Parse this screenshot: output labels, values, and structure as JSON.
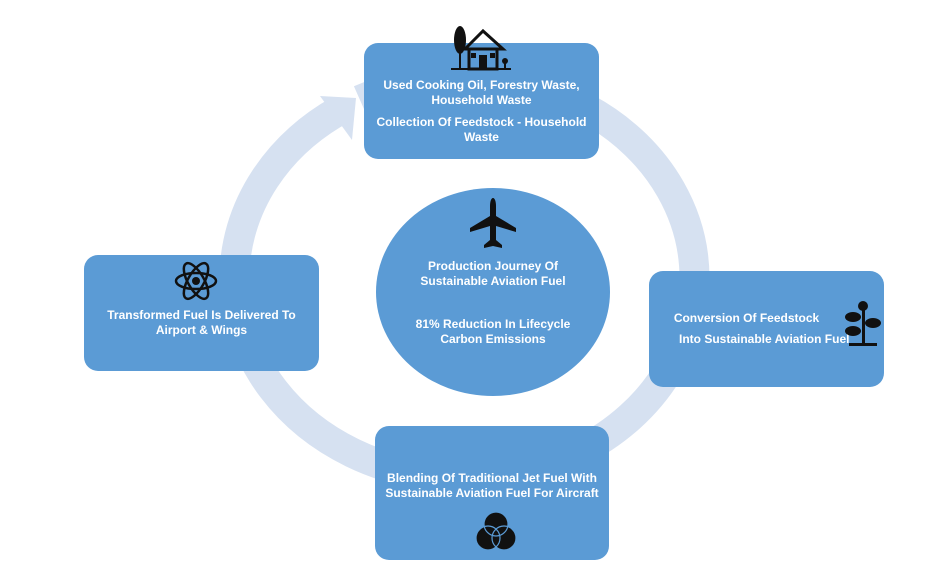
{
  "colors": {
    "box": "#5b9bd5",
    "ring": "#d6e1f1",
    "icon": "#111111"
  },
  "center": {
    "title": "Production Journey Of Sustainable Aviation Fuel",
    "stat": "81% Reduction In  Lifecycle Carbon Emissions",
    "icon": "airplane-icon"
  },
  "steps": [
    {
      "icon": "house-trees-icon",
      "line1": "Used Cooking Oil, Forestry Waste, Household Waste",
      "line2": "Collection Of Feedstock - Household Waste"
    },
    {
      "icon": "plant-sprout-icon",
      "line1": "Conversion Of Feedstock",
      "line2": "Into Sustainable Aviation Fuel"
    },
    {
      "icon": "venn-circles-icon",
      "line1": "Blending Of Traditional Jet Fuel With Sustainable Aviation Fuel For Aircraft"
    },
    {
      "icon": "atom-icon",
      "line1": "Transformed Fuel Is Delivered To Airport & Wings"
    }
  ]
}
